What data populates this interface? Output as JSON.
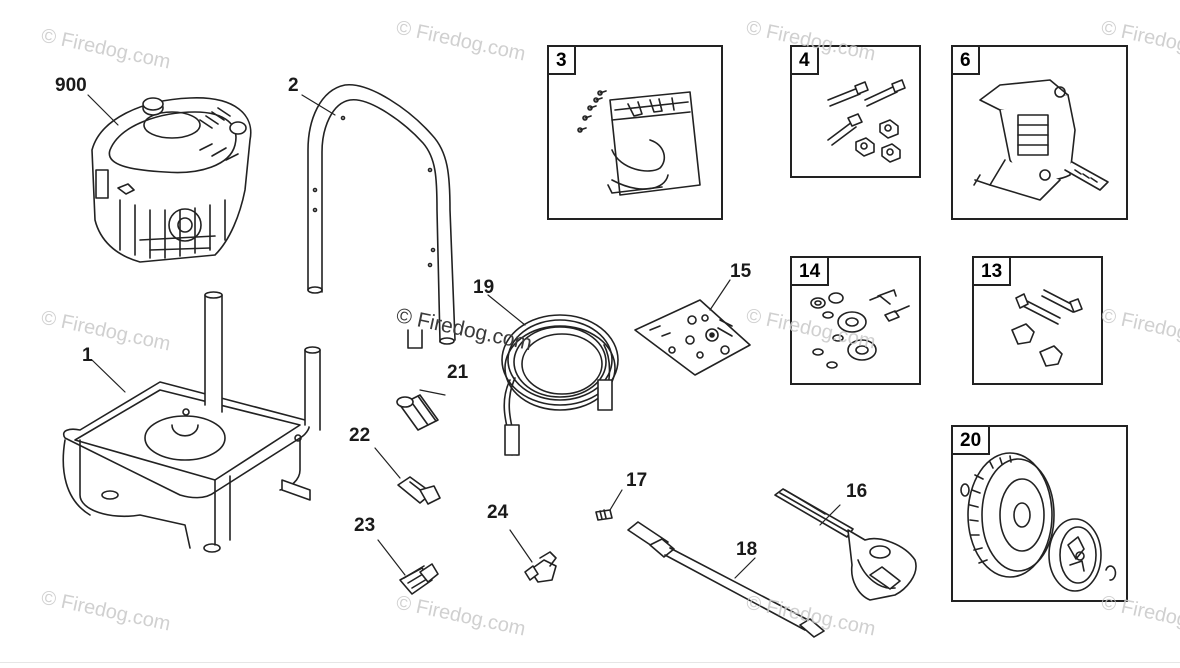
{
  "parts": {
    "engine": "900",
    "handle": "2",
    "frame": "1",
    "hose": "19",
    "adapter_21": "21",
    "adapter_22": "22",
    "adapter_23": "23",
    "adapter_24": "24",
    "nozzle": "17",
    "wand": "18",
    "gun": "16",
    "decal": "15",
    "kit_3": "3",
    "kit_4": "4",
    "pump": "6",
    "kit_14": "14",
    "kit_13": "13",
    "wheel": "20"
  },
  "watermark": {
    "text": "© Firedog.com"
  },
  "colors": {
    "line": "#222222",
    "watermark": "#c8c8c8"
  }
}
